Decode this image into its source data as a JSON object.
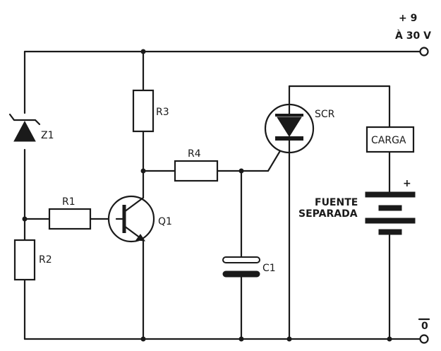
{
  "labels": {
    "supply_top": "+ 9",
    "supply_bottom": "À 30 V",
    "ground": "0",
    "z1": "Z1",
    "r1": "R1",
    "r2": "R2",
    "r3": "R3",
    "r4": "R4",
    "q1": "Q1",
    "c1": "C1",
    "scr": "SCR",
    "carga": "CARGA",
    "fuente_line1": "FUENTE",
    "fuente_line2": "SEPARADA",
    "battery_plus": "+"
  }
}
